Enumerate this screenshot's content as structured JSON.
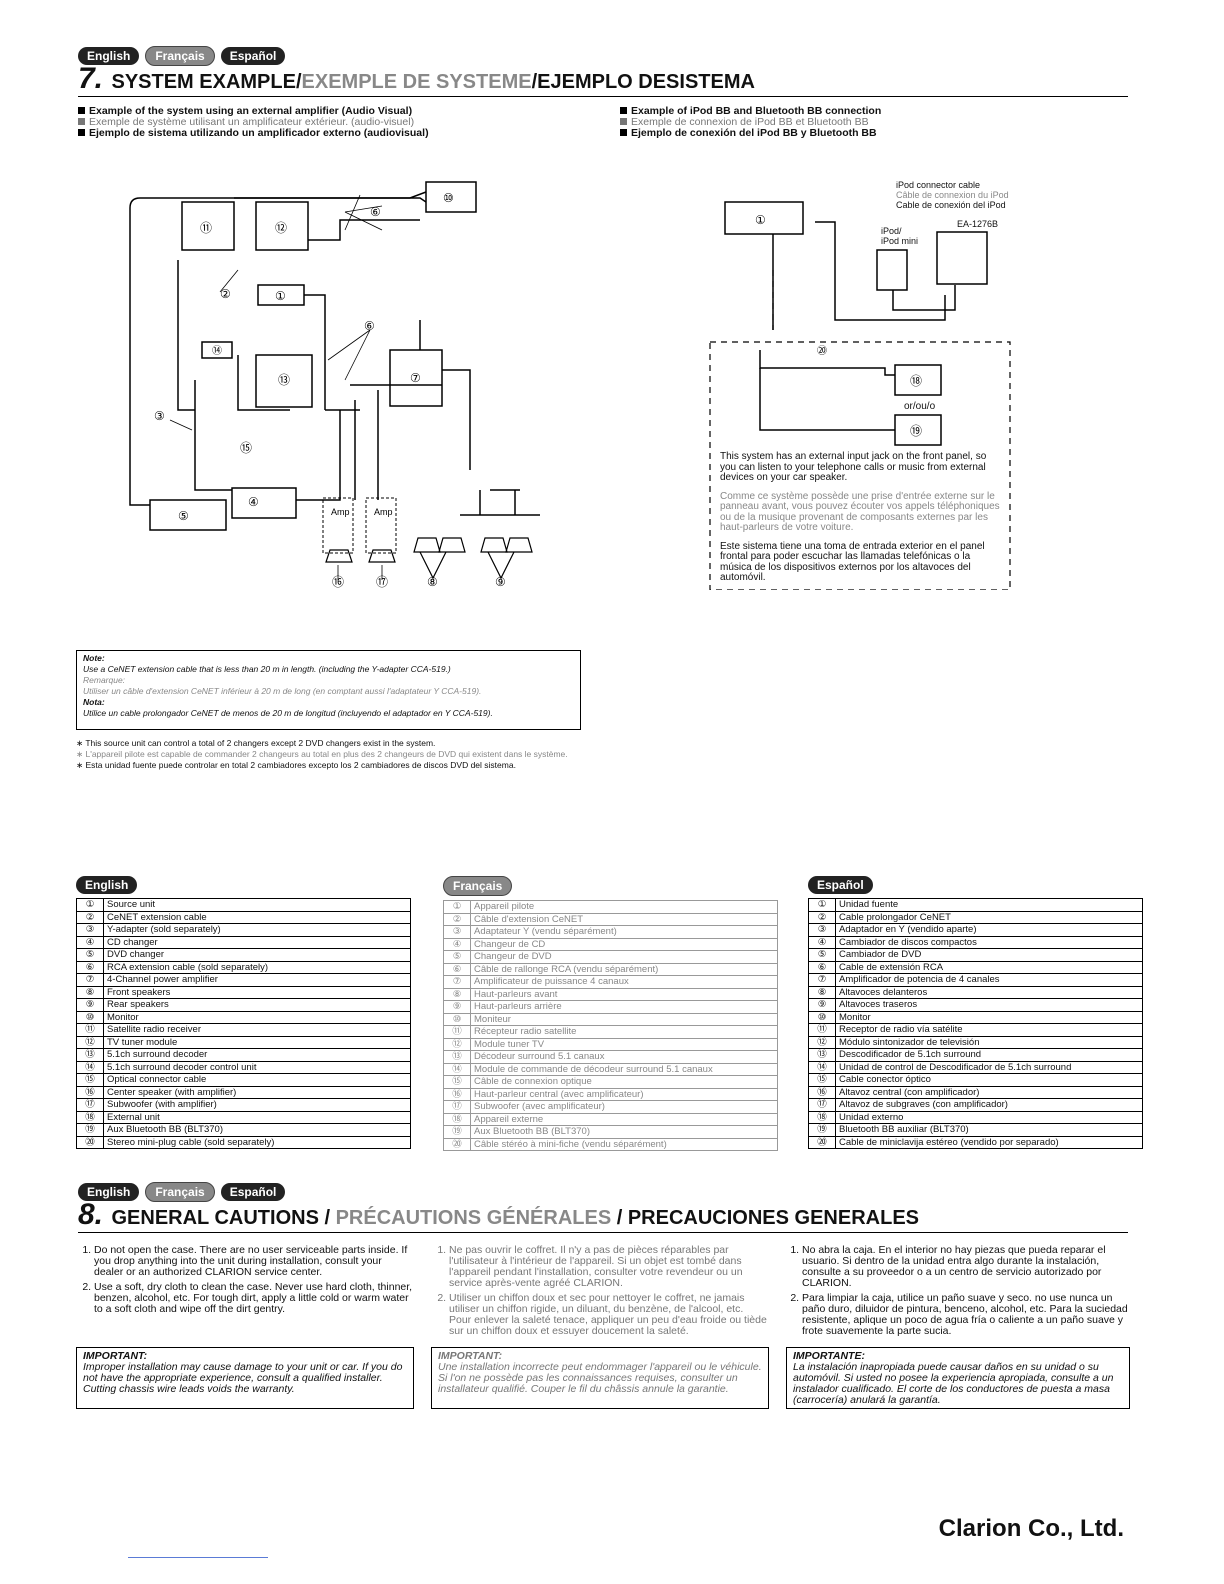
{
  "lang_tabs": [
    "English",
    "Français",
    "Español"
  ],
  "section7": {
    "number": "7.",
    "title_en": "SYSTEM EXAMPLE/",
    "title_fr": "EXEMPLE DE SYSTEME",
    "title_es": "/EJEMPLO DESISTEMA",
    "left_heading": [
      "Example of the system using an external amplifier (Audio Visual)",
      "Exemple de système utilisant un amplificateur extérieur. (audio-visuel)",
      "Ejemplo de sistema utilizando un amplificador externo (audiovisual)"
    ],
    "right_heading": [
      "Example of iPod BB and Bluetooth BB connection",
      "Exemple de connexion de iPod BB et Bluetooth BB",
      "Ejemplo de conexión del iPod BB y Bluetooth BB"
    ],
    "ipod_cable_label": [
      "iPod connector cable",
      "Câble de connexion du iPod",
      "Cable de conexión del iPod"
    ],
    "ea_label": "EA-1276B",
    "ipod_label": [
      "iPod/",
      "iPod mini"
    ],
    "or_label": "or/ou/o",
    "amp_label": "Amp",
    "diagram_numbers_left": [
      "⑩",
      "⑪",
      "⑫",
      "⑥",
      "②",
      "①",
      "⑭",
      "⑬",
      "⑥",
      "⑦",
      "③",
      "⑮",
      "④",
      "⑤",
      "⑯",
      "⑰",
      "⑧",
      "⑨"
    ],
    "diagram_numbers_right": [
      "①",
      "⑳",
      "⑱",
      "⑲"
    ],
    "ext_input_text": [
      "This system has an external input jack on the front panel, so you can listen to your telephone calls or music from external devices on your car speaker.",
      "Comme ce système possède une prise d'entrée externe sur le panneau avant, vous pouvez écouter vos appels téléphoniques ou de la musique provenant de composants externes par les haut-parleurs de votre voiture.",
      "Este sistema tiene una toma de entrada exterior en el panel frontal para poder escuchar las llamadas telefónicas o la música de los dispositivos externos por los altavoces del automóvil."
    ],
    "note": {
      "en_label": "Note:",
      "en": "Use a CeNET extension cable that is less than 20 m in length. (including the Y-adapter CCA-519.)",
      "fr_label": "Remarque:",
      "fr": "Utiliser un câble d'extension CeNET inférieur à 20 m de long (en comptant aussi l'adaptateur Y CCA-519).",
      "es_label": "Nota:",
      "es": "Utilice un cable prolongador CeNET de menos de 20 m de longitud (incluyendo el adaptador en Y CCA-519)."
    },
    "stars": [
      "∗ This source unit can control a total of 2 changers except 2 DVD changers exist in the system.",
      "∗ L'appareil pilote est capable de commander 2 changeurs au total en plus des 2 changeurs de DVD qui existent dans le système.",
      "∗ Esta unidad fuente puede controlar en total 2 cambiadores excepto los 2 cambiadores de discos DVD del sistema."
    ]
  },
  "legend": {
    "nums": [
      "①",
      "②",
      "③",
      "④",
      "⑤",
      "⑥",
      "⑦",
      "⑧",
      "⑨",
      "⑩",
      "⑪",
      "⑫",
      "⑬",
      "⑭",
      "⑮",
      "⑯",
      "⑰",
      "⑱",
      "⑲",
      "⑳"
    ],
    "en": [
      "Source unit",
      "CeNET extension cable",
      "Y-adapter (sold separately)",
      "CD changer",
      "DVD changer",
      "RCA extension cable (sold separately)",
      "4-Channel power amplifier",
      "Front speakers",
      "Rear speakers",
      "Monitor",
      "Satellite radio receiver",
      "TV tuner module",
      "5.1ch surround decoder",
      "5.1ch surround decoder control unit",
      "Optical connector cable",
      "Center speaker (with amplifier)",
      "Subwoofer (with amplifier)",
      "External unit",
      "Aux Bluetooth BB (BLT370)",
      "Stereo mini-plug cable (sold separately)"
    ],
    "fr": [
      "Appareil pilote",
      "Câble d'extension CeNET",
      "Adaptateur Y (vendu séparément)",
      "Changeur de CD",
      "Changeur de DVD",
      "Câble de rallonge RCA (vendu séparément)",
      "Amplificateur de puissance 4 canaux",
      "Haut-parleurs avant",
      "Haut-parleurs arrière",
      "Moniteur",
      "Récepteur radio satellite",
      "Module tuner TV",
      "Décodeur surround 5.1 canaux",
      "Module de commande de décodeur surround 5.1 canaux",
      "Câble de connexion optique",
      "Haut-parleur central (avec amplificateur)",
      "Subwoofer (avec amplificateur)",
      "Appareil externe",
      "Aux Bluetooth BB (BLT370)",
      "Câble stéréo à mini-fiche (vendu séparément)"
    ],
    "es": [
      "Unidad fuente",
      "Cable prolongador CeNET",
      "Adaptador en Y (vendido aparte)",
      "Cambiador de discos compactos",
      "Cambiador de DVD",
      "Cable de extensión RCA",
      "Amplificador de potencia de 4 canales",
      "Altavoces delanteros",
      "Altavoces traseros",
      "Monitor",
      "Receptor de radio vía satélite",
      "Módulo sintonizador de televisión",
      "Descodificador de 5.1ch surround",
      "Unidad de control de Descodificador de 5.1ch surround",
      "Cable conector óptico",
      "Altavoz central (con amplificador)",
      "Altavoz de subgraves (con amplificador)",
      "Unidad externo",
      "Bluetooth BB auxiliar (BLT370)",
      "Cable de miniclavija estéreo (vendido por separado)"
    ]
  },
  "section8": {
    "number": "8.",
    "title_en": "GENERAL CAUTIONS / ",
    "title_fr": "PRÉCAUTIONS GÉNÉRALES",
    "title_es": " / PRECAUCIONES GENERALES",
    "en": [
      "Do not open the case. There are no user serviceable parts inside. If you drop anything into the unit during installation, consult your dealer or an authorized CLARION service center.",
      "Use a soft, dry cloth to clean the case. Never use hard cloth, thinner, benzen, alcohol, etc. For tough dirt, apply a little cold or warm water to a soft cloth and wipe off the dirt gentry."
    ],
    "fr": [
      "Ne pas ouvrir le coffret. Il n'y a pas de pièces réparables par l'utilisateur à l'intérieur de l'appareil. Si un objet est tombé dans l'appareil pendant l'installation, consulter votre revendeur ou un service après-vente agréé CLARION.",
      "Utiliser un chiffon doux et sec pour nettoyer le coffret, ne jamais utiliser un chiffon rigide, un diluant, du benzène, de l'alcool, etc. Pour enlever la saleté tenace, appliquer un peu d'eau froide ou tiède sur un chiffon doux et essuyer doucement la saleté."
    ],
    "es": [
      "No abra la caja. En el interior no hay piezas que pueda reparar el usuario. Si dentro de la unidad entra algo durante la instalación, consulte a su proveedor o a un centro de servicio autorizado por CLARION.",
      "Para limpiar la caja, utilice un paño suave y seco. no use nunca un paño duro, diluidor de pintura, benceno, alcohol, etc. Para la suciedad resistente, aplique un poco de agua fría o caliente a un paño suave y frote suavemente la parte sucia."
    ],
    "important": {
      "en_label": "IMPORTANT:",
      "en": "Improper installation may cause damage to your unit or car. If you do not have the appropriate experience, consult a qualified installer. Cutting chassis wire leads voids the warranty.",
      "fr_label": "IMPORTANT:",
      "fr": "Une installation incorrecte peut endommager l'appareil ou le véhicule. Si l'on ne possède pas les connaissances requises, consulter un installateur qualifié. Couper le fil du châssis annule la garantie.",
      "es_label": "IMPORTANTE:",
      "es": "La instalación inapropiada puede causar daños en su unidad o su automóvil. Si usted no posee la experiencia apropiada, consulte a un instalador cualificado. El corte de los conductores de puesta a masa (carrocería) anulará la garantía."
    }
  },
  "company": "Clarion Co., Ltd.",
  "colors": {
    "french_gray": "#888888",
    "ink": "#111111"
  }
}
